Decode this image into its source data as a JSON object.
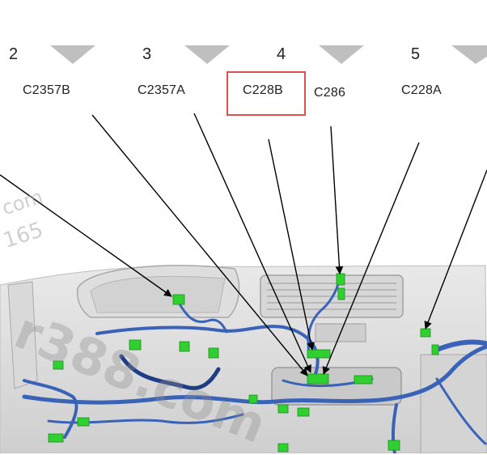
{
  "columns": [
    {
      "number": "2",
      "connector": "C2357B"
    },
    {
      "number": "3",
      "connector": "C2357A"
    },
    {
      "number": "4",
      "connector": "C228B",
      "extra_connector": "C286"
    },
    {
      "number": "5",
      "connector": "C228A"
    }
  ],
  "highlighted_connector": "C228B",
  "watermark": {
    "line1": "com",
    "line2": "165",
    "main": "r388.com"
  },
  "colors": {
    "harness": "#3a63b8",
    "harness_dark": "#1f3d85",
    "connector": "#2fd02f",
    "highlight": "#e05050",
    "arrow_head": "#bfbfbf"
  }
}
